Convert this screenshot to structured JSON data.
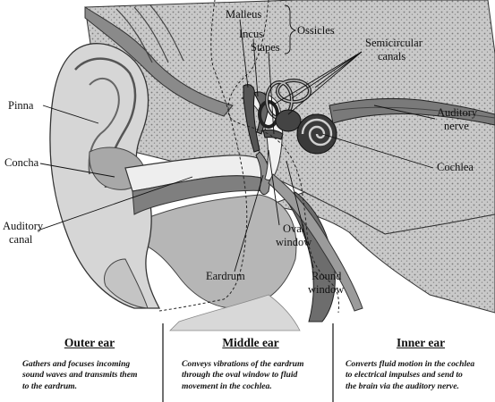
{
  "labels": {
    "malleus": "Malleus",
    "incus": "Incus",
    "stapes": "Stapes",
    "ossicles": "Ossicles",
    "semicircular": [
      "Semicircular",
      "canals"
    ],
    "pinna": "Pinna",
    "auditory_nerve": [
      "Auditory",
      "nerve"
    ],
    "concha": "Concha",
    "cochlea": "Cochlea",
    "auditory_canal": [
      "Auditory",
      "canal"
    ],
    "oval_window": [
      "Oval",
      "window"
    ],
    "eardrum": "Eardrum",
    "round_window": [
      "Round",
      "window"
    ]
  },
  "sections": {
    "outer": {
      "title": "Outer ear",
      "desc": [
        "Gathers and focuses incoming",
        "sound waves and transmits them",
        "to the eardrum."
      ]
    },
    "middle": {
      "title": "Middle ear",
      "desc": [
        "Conveys vibrations of the eardrum",
        "through the oval window to fluid",
        "movement in the cochlea."
      ]
    },
    "inner": {
      "title": "Inner ear",
      "desc": [
        "Converts fluid motion in the cochlea",
        "to electrical impulses and send to",
        "the brain via the auditory nerve."
      ]
    }
  }
}
